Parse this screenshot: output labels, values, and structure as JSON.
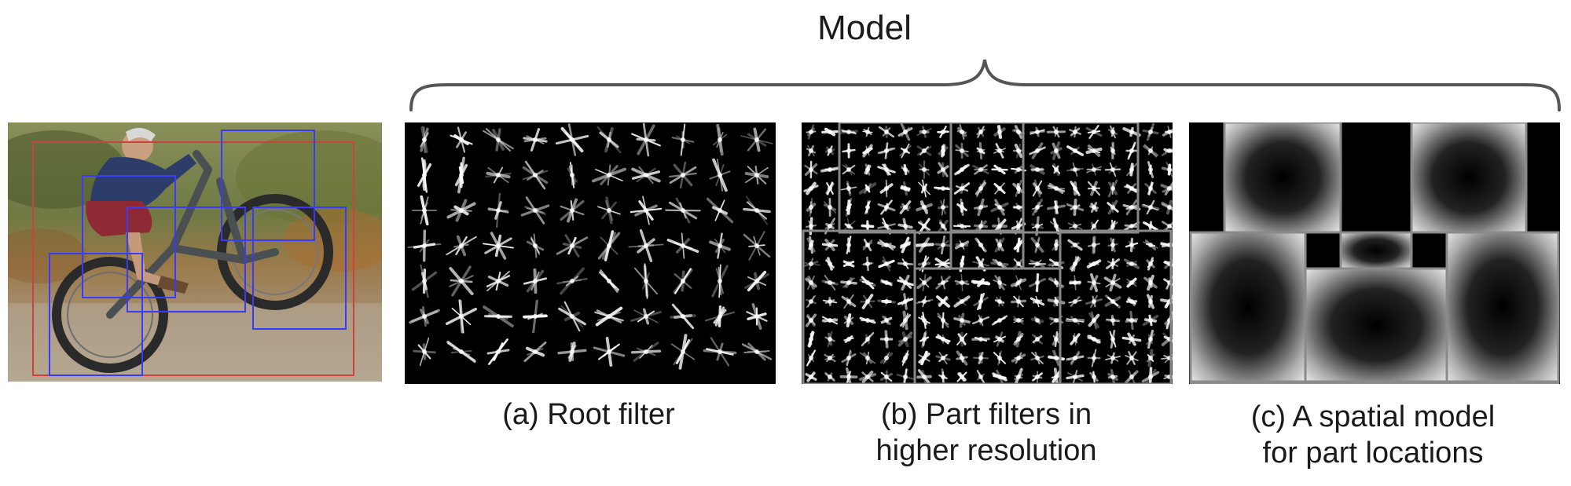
{
  "figure": {
    "title": "Model",
    "captions": {
      "root_filter": "(a) Root filter",
      "part_filters_line1": "(b) Part filters in",
      "part_filters_line2": "higher resolution",
      "spatial_line1": "(c) A spatial model",
      "spatial_line2": "for part locations"
    },
    "colors": {
      "root_box": "#d04040",
      "part_box": "#3a3aff",
      "brace": "#555555"
    }
  }
}
